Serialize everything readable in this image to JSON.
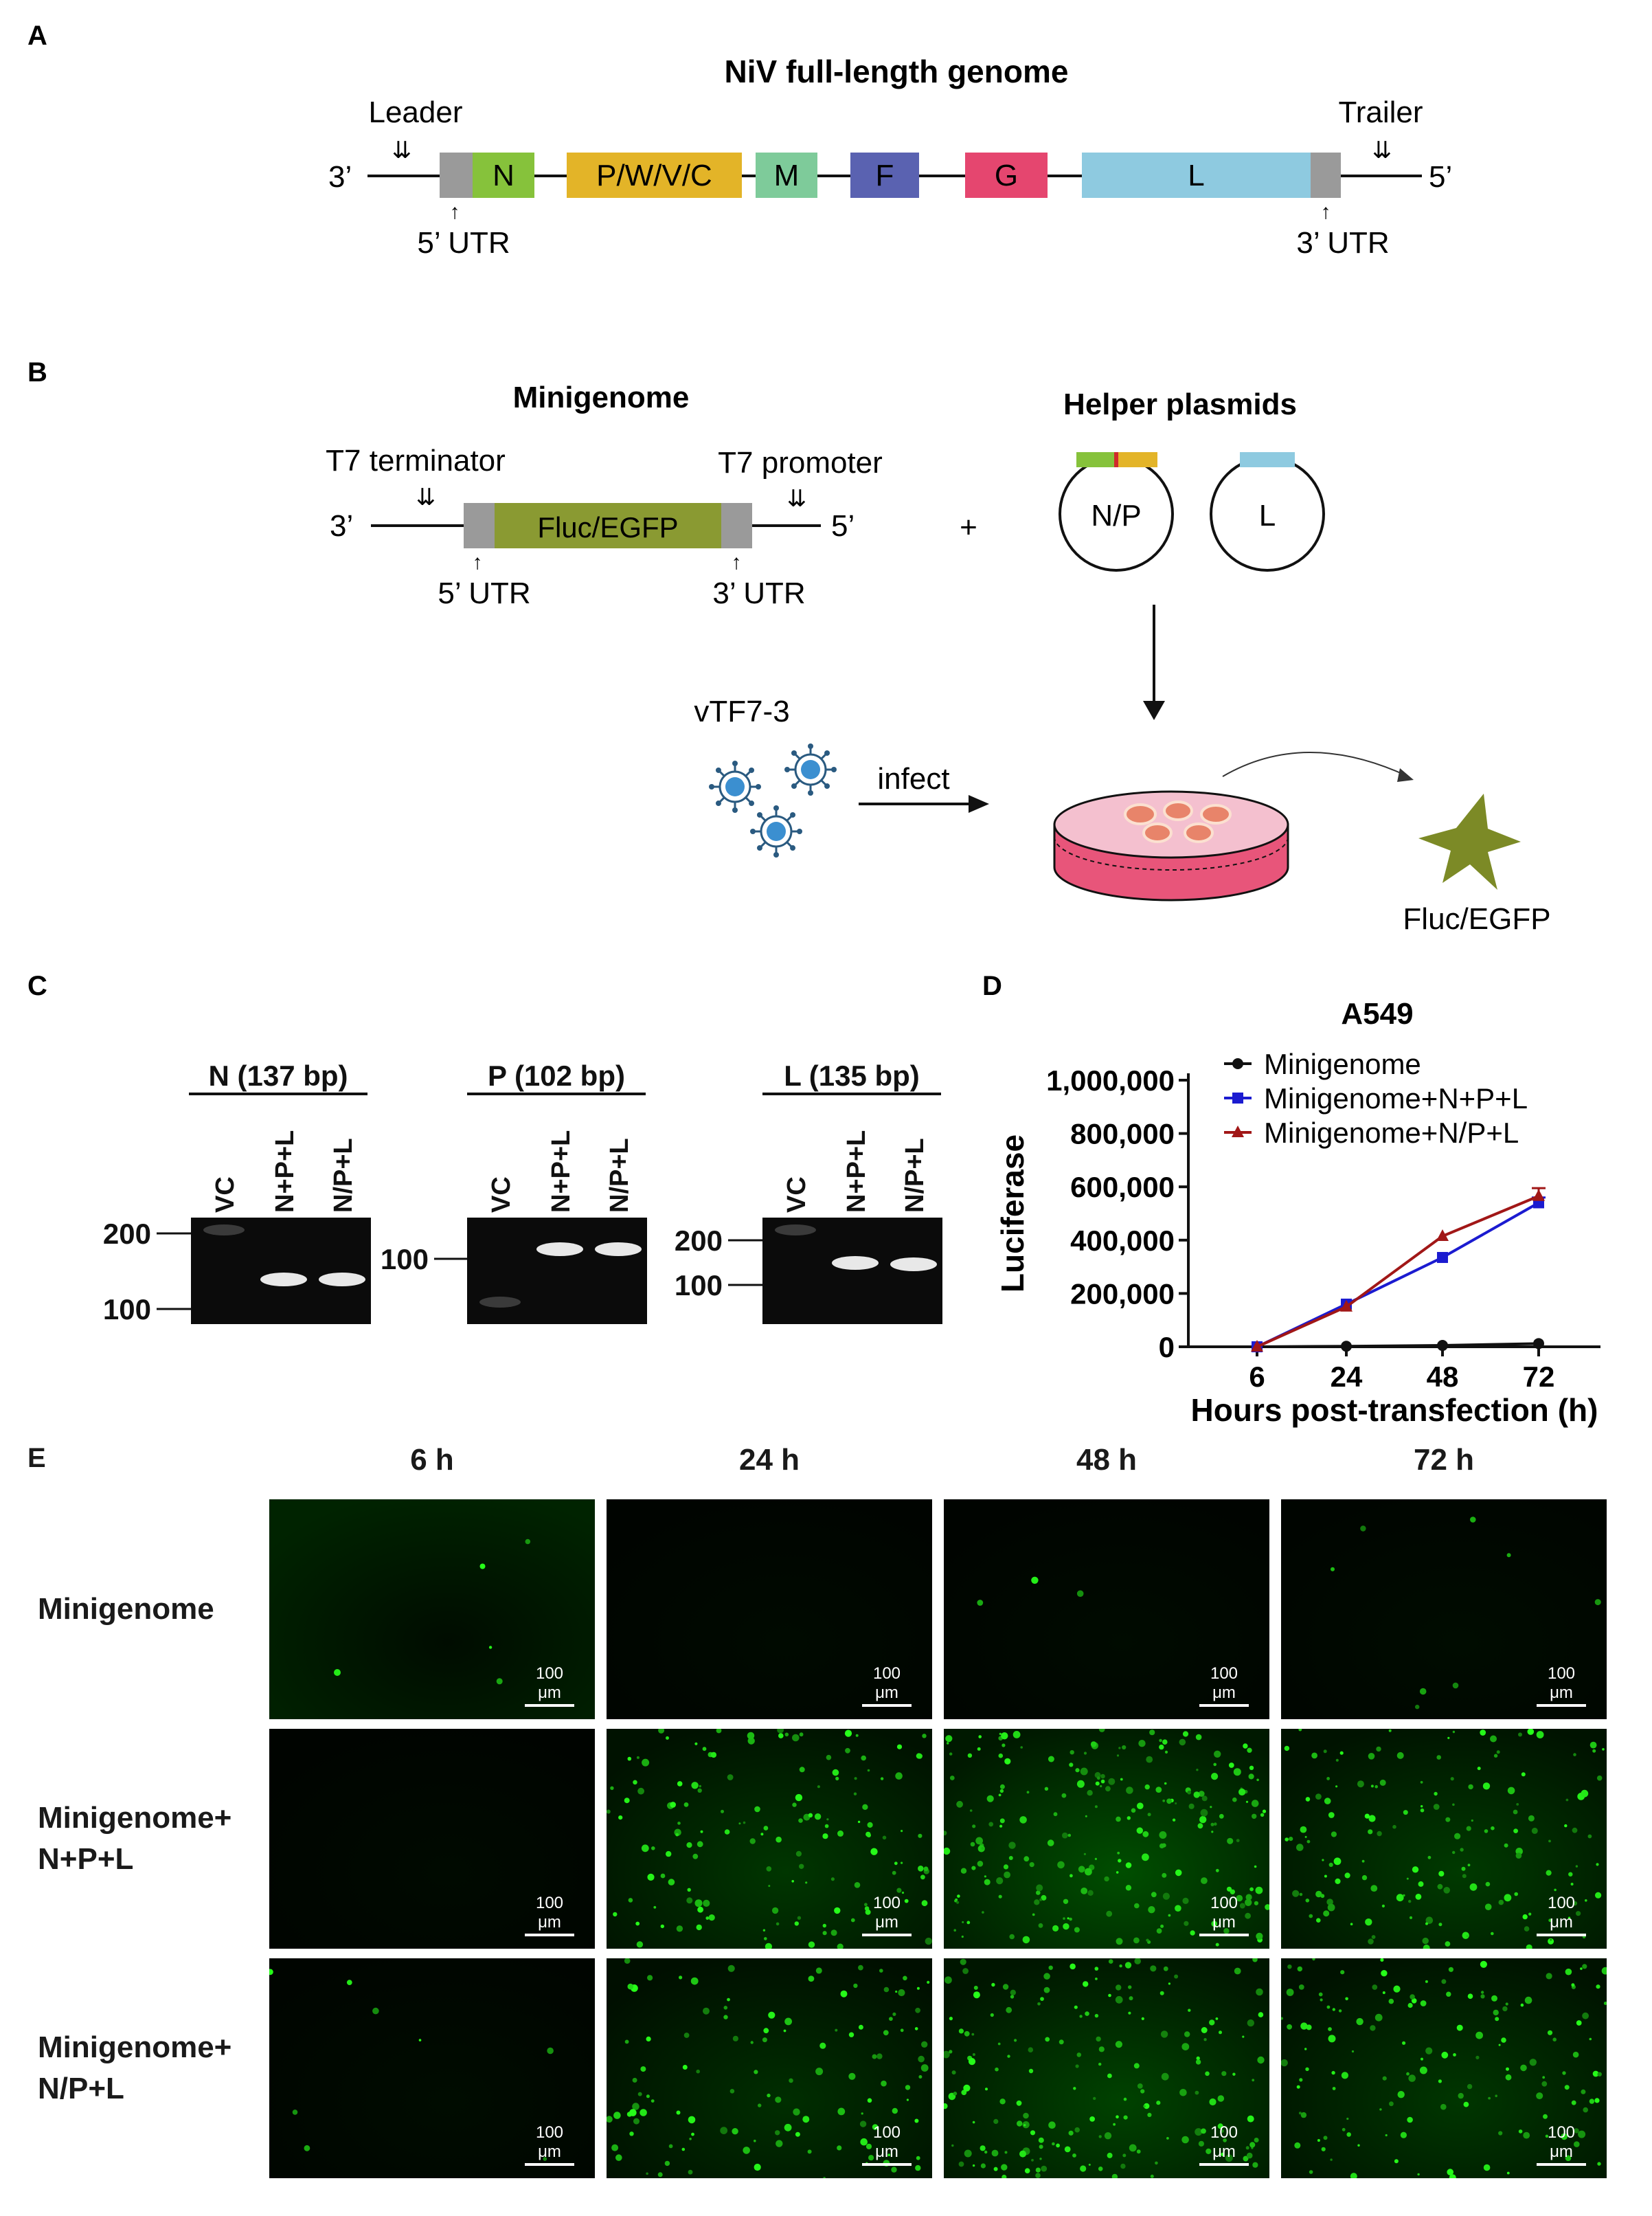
{
  "panelA": {
    "letter": "A",
    "title": "NiV full-length genome",
    "end_left": "3’",
    "end_right": "5’",
    "leader": "Leader",
    "trailer": "Trailer",
    "utr5": "5’ UTR",
    "utr3": "3’ UTR",
    "genes": [
      {
        "label": "N",
        "color": "#86c23b"
      },
      {
        "label": "P/W/V/C",
        "color": "#e3b428"
      },
      {
        "label": "M",
        "color": "#7ecb9a"
      },
      {
        "label": "F",
        "color": "#5a62b1"
      },
      {
        "label": "G",
        "color": "#e5466f"
      },
      {
        "label": "L",
        "color": "#8ecae0"
      }
    ],
    "utr_color": "#9a9a9a"
  },
  "panelB": {
    "letter": "B",
    "minigenome_title": "Minigenome",
    "helper_title": "Helper plasmids",
    "t7_terminator": "T7 terminator",
    "t7_promoter": "T7 promoter",
    "end_left": "3’",
    "end_right": "5’",
    "reporter": "Fluc/EGFP",
    "reporter_color": "#8a9a32",
    "utr5": "5’ UTR",
    "utr3": "3’ UTR",
    "plus": "+",
    "plasmid1": "N/P",
    "plasmid2": "L",
    "virus": "vTF7-3",
    "infect": "infect",
    "product": "Fluc/EGFP",
    "dish_color": "#e8557a",
    "star_color": "#7c8a26"
  },
  "panelC": {
    "letter": "C",
    "gels": [
      {
        "title": "N (137 bp)",
        "lanes": [
          "VC",
          "N+P+L",
          "N/P+L"
        ],
        "markers": [
          "200",
          "100"
        ]
      },
      {
        "title": "P (102 bp)",
        "lanes": [
          "VC",
          "N+P+L",
          "N/P+L"
        ],
        "markers": [
          "100"
        ]
      },
      {
        "title": "L (135 bp)",
        "lanes": [
          "VC",
          "N+P+L",
          "N/P+L"
        ],
        "markers": [
          "200",
          "100"
        ]
      }
    ]
  },
  "panelD": {
    "letter": "D"
  },
  "chart_data": {
    "type": "line",
    "title": "A549",
    "xlabel": "Hours post-transfection (h)",
    "ylabel": "Luciferase",
    "x": [
      6,
      24,
      48,
      72
    ],
    "x_tick_labels": [
      "6",
      "24",
      "48",
      "72"
    ],
    "ylim": [
      0,
      1000000
    ],
    "y_tick_labels": [
      "0",
      "200,000",
      "400,000",
      "600,000",
      "800,000",
      "1,000,000"
    ],
    "legend_position": "top",
    "series": [
      {
        "name": "Minigenome",
        "values": [
          0,
          2000,
          5000,
          12000
        ],
        "color": "#111111",
        "marker": "circle"
      },
      {
        "name": "Minigenome+N+P+L",
        "values": [
          0,
          160000,
          335000,
          540000
        ],
        "color": "#1b1bd0",
        "marker": "square"
      },
      {
        "name": "Minigenome+N/P+L",
        "values": [
          0,
          150000,
          415000,
          565000
        ],
        "color": "#a11717",
        "marker": "triangle"
      }
    ],
    "error_bars": [
      {
        "series": "Minigenome+N+P+L",
        "x": 72,
        "err": 20000
      },
      {
        "series": "Minigenome+N/P+L",
        "x": 72,
        "err": 30000
      }
    ]
  },
  "panelE": {
    "letter": "E",
    "columns": [
      "6 h",
      "24 h",
      "48 h",
      "72 h"
    ],
    "rows": [
      {
        "label_lines": [
          "Minigenome"
        ],
        "levels": [
          0.02,
          0.0,
          0.01,
          0.03
        ]
      },
      {
        "label_lines": [
          "Minigenome+",
          "N+P+L"
        ],
        "levels": [
          0.0,
          0.55,
          0.85,
          0.6
        ]
      },
      {
        "label_lines": [
          "Minigenome+",
          "N/P+L"
        ],
        "levels": [
          0.03,
          0.45,
          0.7,
          0.55
        ]
      }
    ],
    "scale_bar": "100 μm"
  }
}
